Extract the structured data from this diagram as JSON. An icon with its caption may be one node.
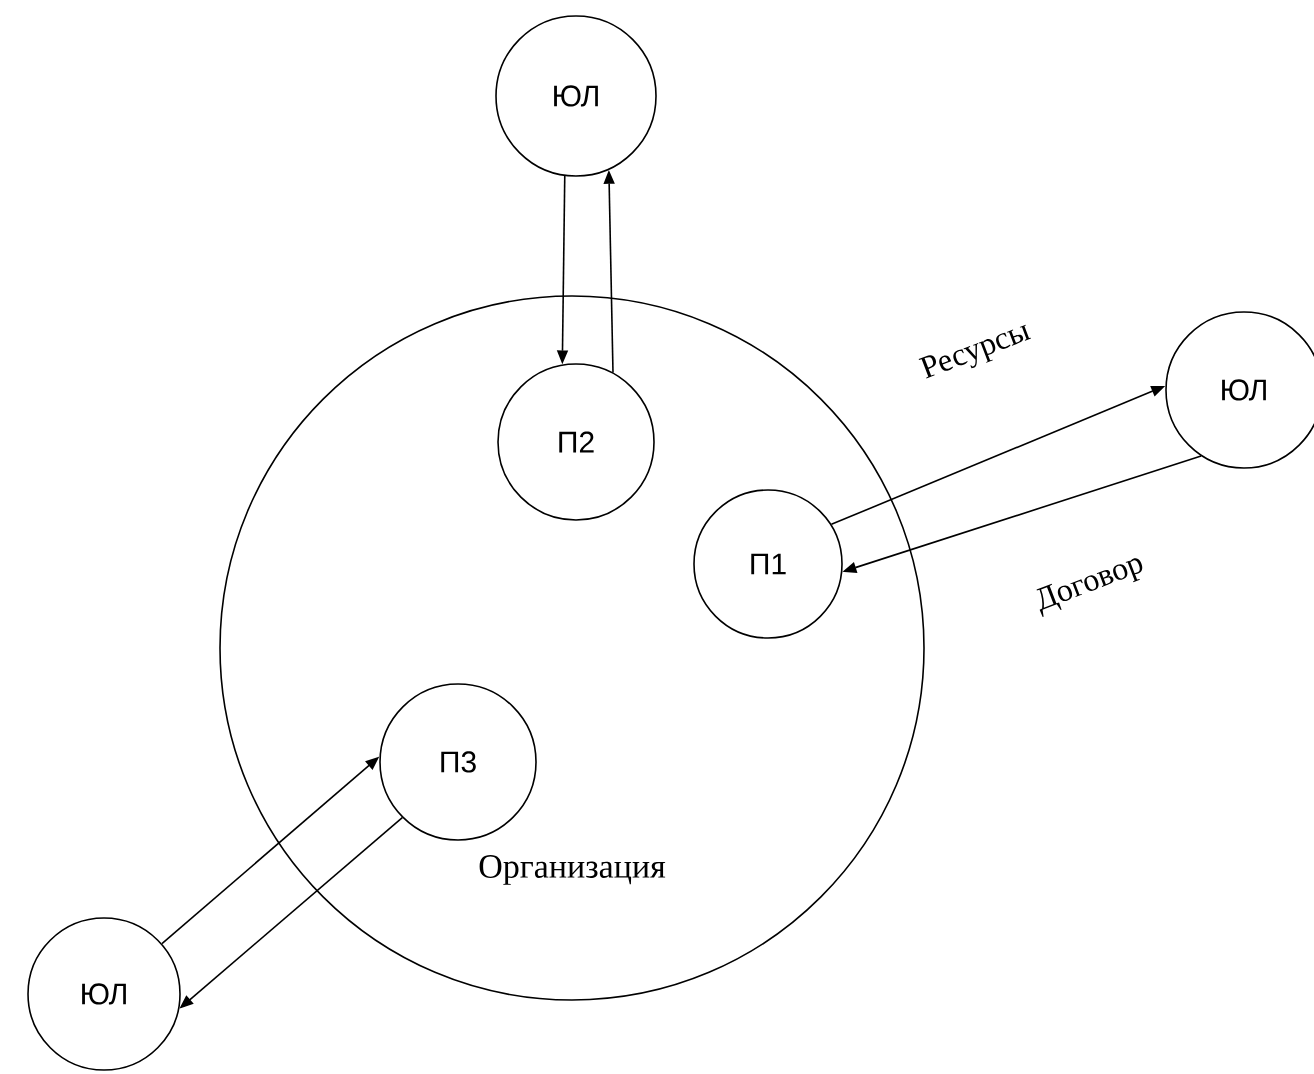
{
  "diagram": {
    "nodes": [
      {
        "text": [
          "ЮЛ"
        ]
      },
      {
        "text": [
          "Организация"
        ]
      },
      {
        "text": [
          "П2"
        ],
        "in": 1
      },
      {
        "text": [
          "ЮЛ"
        ]
      },
      {
        "text": [
          "П1"
        ],
        "in": 1
      },
      {
        "text": [
          "П3"
        ],
        "in": 1
      },
      {
        "text": [
          "ЮЛ"
        ]
      }
    ],
    "edges": [
      {
        "from": 0,
        "to": 2,
        "arrow": "to"
      },
      {
        "from": 2,
        "to": 0,
        "arrow": "to"
      },
      {
        "from": 4,
        "to": 3,
        "arrow": "to",
        "label": "Ресурсы"
      },
      {
        "from": 3,
        "to": 4,
        "arrow": "to",
        "label": "Договор"
      },
      {
        "from": 6,
        "to": 5,
        "arrow": "to"
      },
      {
        "from": 5,
        "to": 6,
        "arrow": "to"
      }
    ]
  }
}
